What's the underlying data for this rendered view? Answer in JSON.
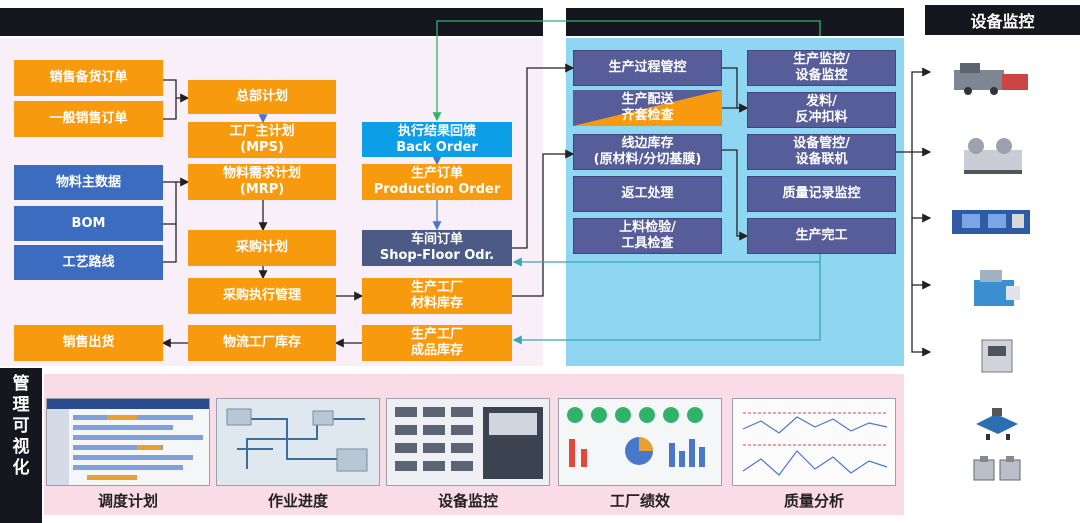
{
  "headers": {
    "right_title": "设备监控"
  },
  "vertical_label": "管理可视化",
  "left": {
    "sales_stock_order": "销售备货订单",
    "general_sales_order": "一般销售订单",
    "hq_plan": "总部计划",
    "mps": [
      "工厂主计划",
      "(MPS)"
    ],
    "mrp": [
      "物料需求计划",
      "(MRP)"
    ],
    "material_master": "物料主数据",
    "bom": "BOM",
    "routing": "工艺路线",
    "purchase_plan": "采购计划",
    "purchase_exec": "采购执行管理",
    "sales_shipment": "销售出货",
    "logistics_stock": "物流工厂库存",
    "back_order": [
      "执行结果回馈",
      "Back Order"
    ],
    "production_order": [
      "生产订单",
      "Production Order"
    ],
    "shop_floor_order": [
      "车间订单",
      "Shop-Floor Odr."
    ],
    "material_stock": [
      "生产工厂",
      "材料库存"
    ],
    "finished_stock": [
      "生产工厂",
      "成品库存"
    ]
  },
  "middle": {
    "process_control": "生产过程管控",
    "kitting": [
      "生产配送",
      "齐套检查"
    ],
    "line_stock": [
      "线边库存",
      "(原材料/分切基膜)"
    ],
    "rework": "返工处理",
    "inspection": [
      "上料检验/",
      "工具检查"
    ],
    "monitoring": [
      "生产监控/",
      "设备监控"
    ],
    "issue": [
      "发料/",
      "反冲扣料"
    ],
    "equipment": [
      "设备管控/",
      "设备联机"
    ],
    "quality_record": "质量记录监控",
    "completion": "生产完工"
  },
  "equipment_icons": [
    "machine-1-icon",
    "machine-2-icon",
    "machine-3-icon",
    "machine-4-icon",
    "machine-5-icon",
    "machine-6-icon",
    "machine-7-icon"
  ],
  "screens": [
    "调度计划",
    "作业进度",
    "设备监控",
    "工厂绩效",
    "质量分析"
  ]
}
